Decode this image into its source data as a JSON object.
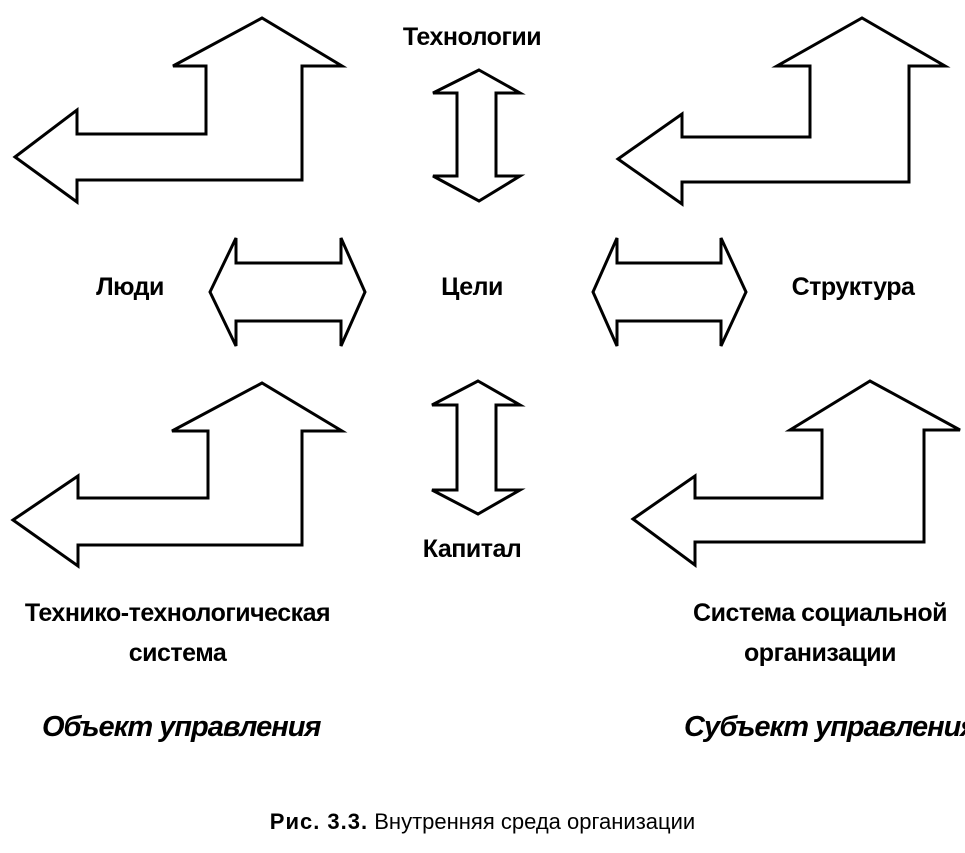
{
  "nodes": {
    "top": "Технологии",
    "left": "Люди",
    "center": "Цели",
    "right": "Структура",
    "bottom": "Капитал"
  },
  "systems": {
    "left": "Технико-технологическая система",
    "right": "Система социальной организации"
  },
  "roles": {
    "left": "Объект управления",
    "right": "Субъект управления"
  },
  "caption": {
    "figure": "Рис. 3.3.",
    "text": "Внутренняя среда организации"
  }
}
